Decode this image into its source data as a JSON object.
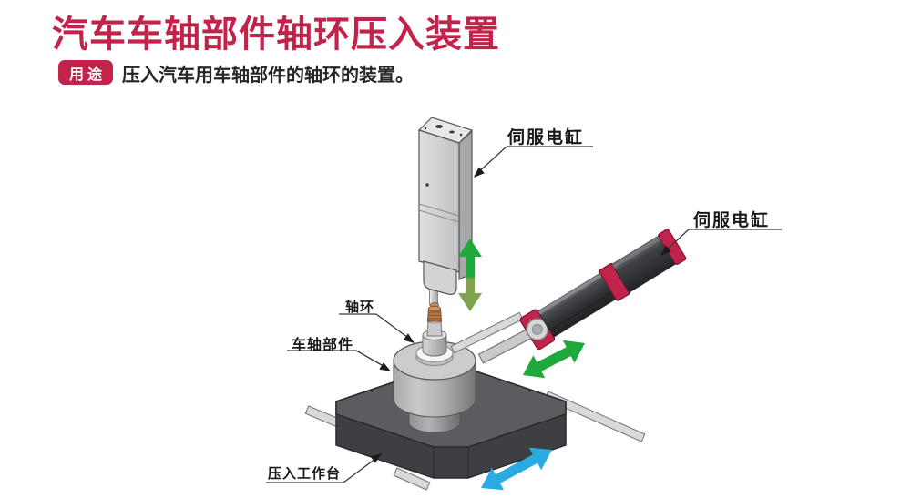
{
  "header": {
    "title": "汽车车轴部件轴环压入装置",
    "badge_label": "用途",
    "description": "压入汽车用车轴部件的轴环的装置。"
  },
  "colors": {
    "accent_red": "#C2234B",
    "arrow_green": "#1FA93D",
    "arrow_green_shade": "#7FA24E",
    "arrow_blue": "#29ABE2",
    "platform_top": "#5B5C5F",
    "platform_side": "#3E3F42",
    "machine_light_gray": "#D6D7D9",
    "machine_dark_gray": "#3A3B3E",
    "copper": "#B5784C",
    "label_text": "#1A1A1A"
  },
  "diagram": {
    "labels": {
      "servo_cylinder_top": "伺服电缸",
      "servo_cylinder_right": "伺服电缸",
      "collar": "轴环",
      "axle_part": "车轴部件",
      "press_worktable": "压入工作台"
    }
  }
}
